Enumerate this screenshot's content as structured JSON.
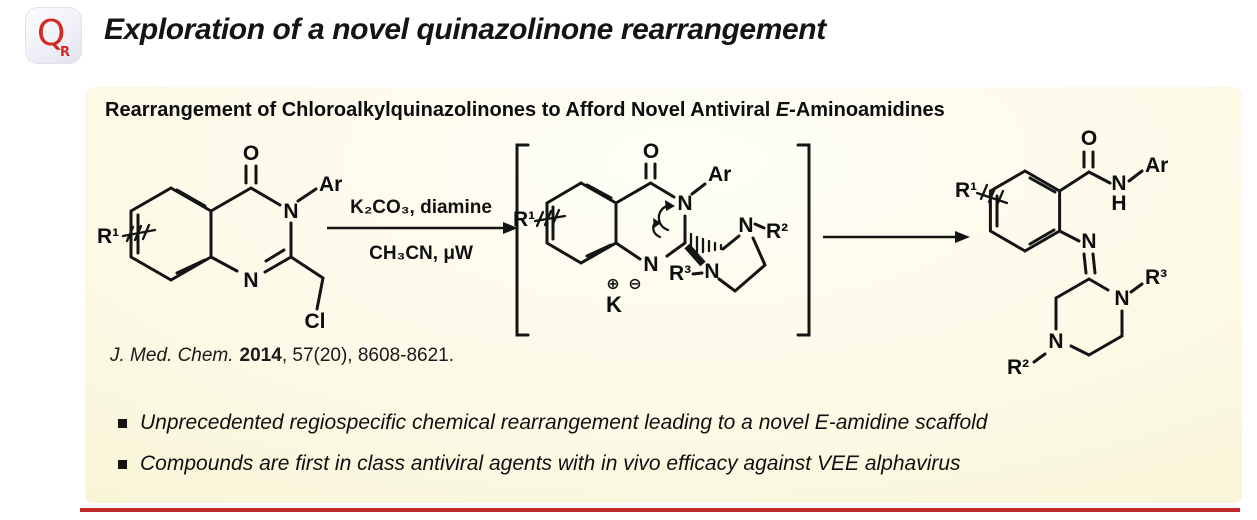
{
  "logo": {
    "letter": "Q",
    "subscript": "R"
  },
  "title": "Exploration of a novel quinazolinone rearrangement",
  "panel": {
    "heading": {
      "pre": "Rearrangement of Chloroalkylquinazolinones to Afford Novel Antiviral ",
      "em": "E",
      "post": "-Aminoamidines"
    },
    "scheme": {
      "reactant": {
        "r1": "R¹",
        "o": "O",
        "n3": "N",
        "ar": "Ar",
        "n1": "N",
        "cl": "Cl"
      },
      "conditions": {
        "line1": "K₂CO₃, diamine",
        "line2": "CH₃CN, μW"
      },
      "intermediate": {
        "r1": "R¹",
        "o": "O",
        "n3": "N",
        "ar": "Ar",
        "n1": "N",
        "plus": "⊕",
        "minus": "⊖",
        "k": "K",
        "n_top": "N",
        "r2": "R²",
        "n_bottom": "N",
        "r3": "R³"
      },
      "product": {
        "r1": "R¹",
        "o": "O",
        "amide_n": "N",
        "amide_h": "H",
        "ar": "Ar",
        "imine_n": "N",
        "n_r3": "N",
        "r3": "R³",
        "n_r2": "N",
        "r2": "R²"
      }
    },
    "citation": {
      "journal": "J. Med. Chem.",
      "year": "2014",
      "pages": ", 57(20), 8608-8621."
    }
  },
  "bullets": [
    "Unprecedented regiospecific chemical rearrangement leading to a novel E-amidine scaffold",
    "Compounds are first in class antiviral agents with in vivo efficacy against VEE alphavirus"
  ],
  "colors": {
    "accent_red": "#C1272D",
    "logo_red": "#D3291F",
    "panel_yellow": "#F8F4CE"
  }
}
